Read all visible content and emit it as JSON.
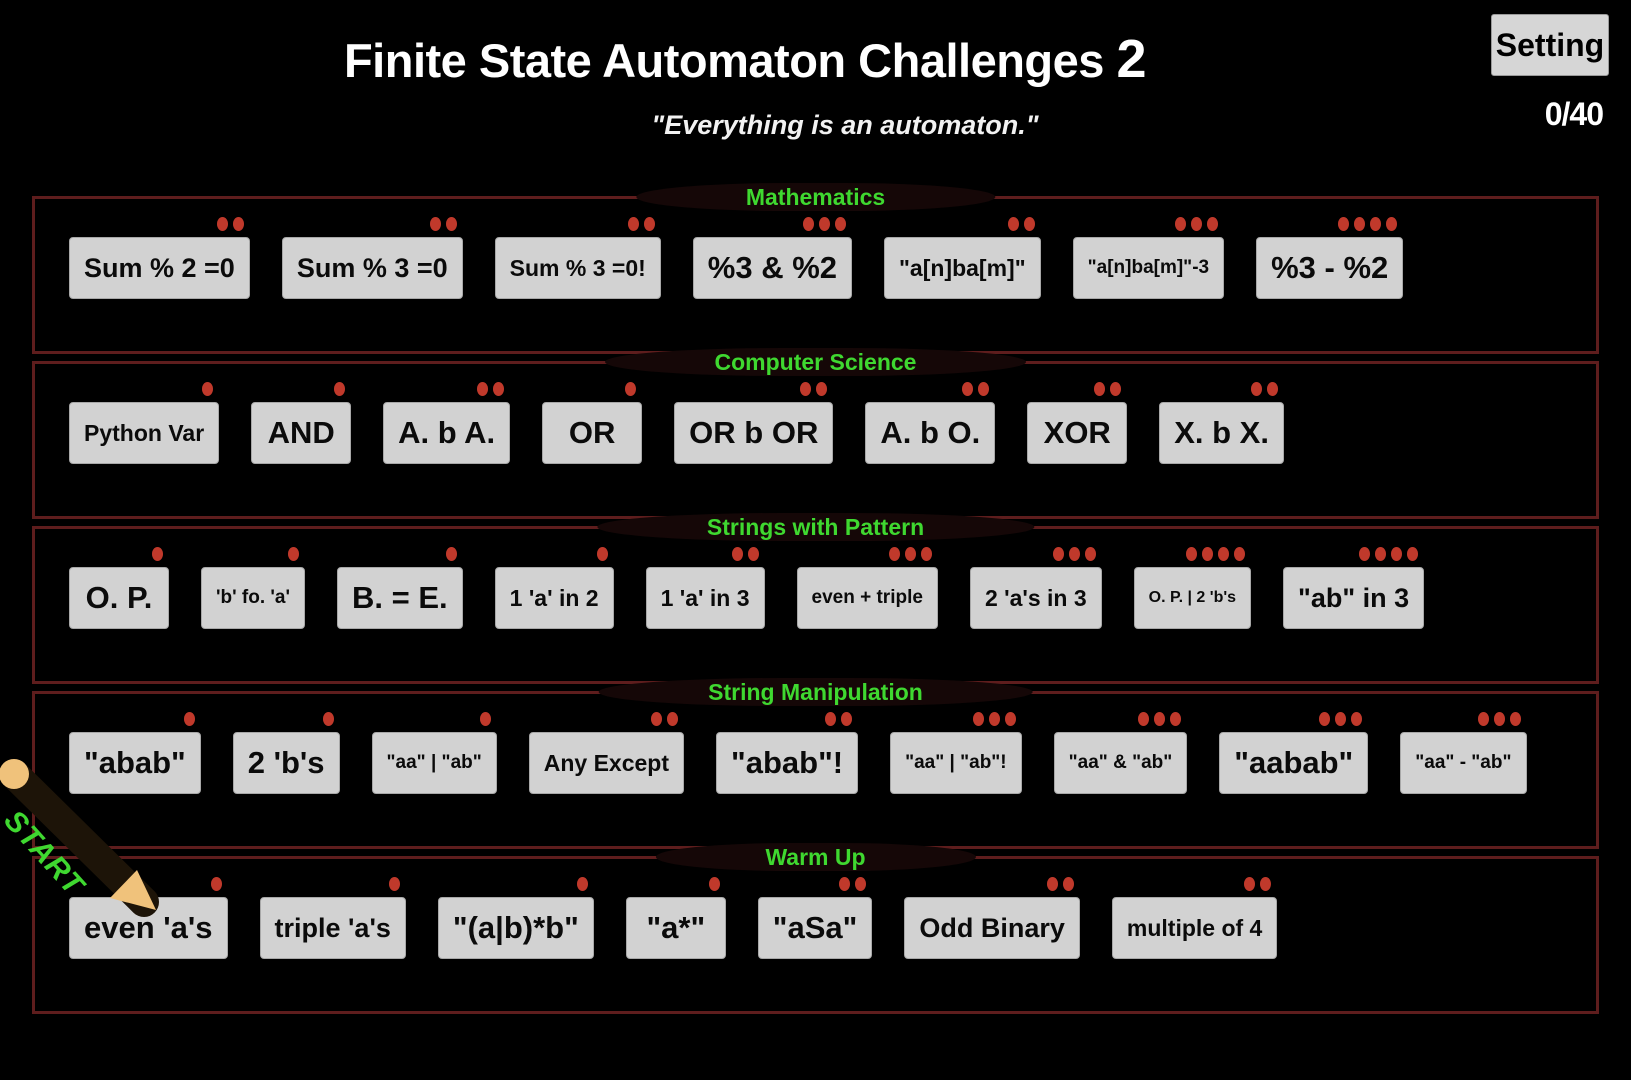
{
  "header": {
    "title": "Finite State Automaton Challenges",
    "title_number": "2",
    "subtitle": "\"Everything is an automaton.\"",
    "setting_label": "Setting",
    "score": "0/40"
  },
  "start_hint": {
    "label": "START"
  },
  "colors": {
    "background": "#000000",
    "section_border": "#5e1d1d",
    "legend_text": "#3fd830",
    "legend_bg": "#150707",
    "button_face": "#d2d2d2",
    "button_text": "#0b0b0b",
    "dot": "#c0392b",
    "title_text": "#ffffff",
    "arrow": "#f0c27b"
  },
  "sections": [
    {
      "name": "mathematics",
      "legend": "Mathematics",
      "challenges": [
        {
          "label": "Sum % 2 =0",
          "dots": 2,
          "size": "s-lg"
        },
        {
          "label": "Sum % 3 =0",
          "dots": 2,
          "size": "s-lg"
        },
        {
          "label": "Sum % 3 =0!",
          "dots": 2,
          "size": "s-md"
        },
        {
          "label": "%3 & %2",
          "dots": 3,
          "size": "s-xl"
        },
        {
          "label": "\"a[n]ba[m]\"",
          "dots": 2,
          "size": "s-md"
        },
        {
          "label": "\"a[n]ba[m]\"-3",
          "dots": 3,
          "size": "s-sm"
        },
        {
          "label": "%3 - %2",
          "dots": 4,
          "size": "s-xl"
        }
      ]
    },
    {
      "name": "computer-science",
      "legend": "Computer Science",
      "challenges": [
        {
          "label": "Python Var",
          "dots": 1,
          "size": "s-md"
        },
        {
          "label": "AND",
          "dots": 1,
          "size": "s-xl"
        },
        {
          "label": "A. b A.",
          "dots": 2,
          "size": "s-xl"
        },
        {
          "label": "OR",
          "dots": 1,
          "size": "s-xl"
        },
        {
          "label": "OR b OR",
          "dots": 2,
          "size": "s-xl"
        },
        {
          "label": "A. b O.",
          "dots": 2,
          "size": "s-xl"
        },
        {
          "label": "XOR",
          "dots": 2,
          "size": "s-xl"
        },
        {
          "label": "X. b X.",
          "dots": 2,
          "size": "s-xl"
        }
      ]
    },
    {
      "name": "strings-with-pattern",
      "legend": "Strings with Pattern",
      "challenges": [
        {
          "label": "O. P.",
          "dots": 1,
          "size": "s-xl"
        },
        {
          "label": "'b' fo. 'a'",
          "dots": 1,
          "size": "s-sm"
        },
        {
          "label": "B. = E.",
          "dots": 1,
          "size": "s-xl"
        },
        {
          "label": "1 'a' in 2",
          "dots": 1,
          "size": "s-md"
        },
        {
          "label": "1 'a' in 3",
          "dots": 2,
          "size": "s-md"
        },
        {
          "label": "even + triple",
          "dots": 3,
          "size": "s-sm"
        },
        {
          "label": "2 'a's in 3",
          "dots": 3,
          "size": "s-md"
        },
        {
          "label": "O. P. | 2 'b's",
          "dots": 4,
          "size": "s-xs"
        },
        {
          "label": "\"ab\" in 3",
          "dots": 4,
          "size": "s-lg"
        }
      ]
    },
    {
      "name": "string-manipulation",
      "legend": "String Manipulation",
      "challenges": [
        {
          "label": "\"abab\"",
          "dots": 1,
          "size": "s-xl"
        },
        {
          "label": "2 'b's",
          "dots": 1,
          "size": "s-xl"
        },
        {
          "label": "\"aa\" | \"ab\"",
          "dots": 1,
          "size": "s-sm"
        },
        {
          "label": "Any Except",
          "dots": 2,
          "size": "s-md"
        },
        {
          "label": "\"abab\"!",
          "dots": 2,
          "size": "s-xl"
        },
        {
          "label": "\"aa\" | \"ab\"!",
          "dots": 3,
          "size": "s-sm"
        },
        {
          "label": "\"aa\" & \"ab\"",
          "dots": 3,
          "size": "s-sm"
        },
        {
          "label": "\"aabab\"",
          "dots": 3,
          "size": "s-xl"
        },
        {
          "label": "\"aa\" - \"ab\"",
          "dots": 3,
          "size": "s-sm"
        }
      ]
    },
    {
      "name": "warm-up",
      "legend": "Warm Up",
      "challenges": [
        {
          "label": "even 'a's",
          "dots": 1,
          "size": "s-xl"
        },
        {
          "label": "triple 'a's",
          "dots": 1,
          "size": "s-lg"
        },
        {
          "label": "\"(a|b)*b\"",
          "dots": 1,
          "size": "s-xl"
        },
        {
          "label": "\"a*\"",
          "dots": 1,
          "size": "s-xl"
        },
        {
          "label": "\"aSa\"",
          "dots": 2,
          "size": "s-xl"
        },
        {
          "label": "Odd Binary",
          "dots": 2,
          "size": "s-lg"
        },
        {
          "label": "multiple of 4",
          "dots": 2,
          "size": "s-md"
        }
      ]
    }
  ]
}
